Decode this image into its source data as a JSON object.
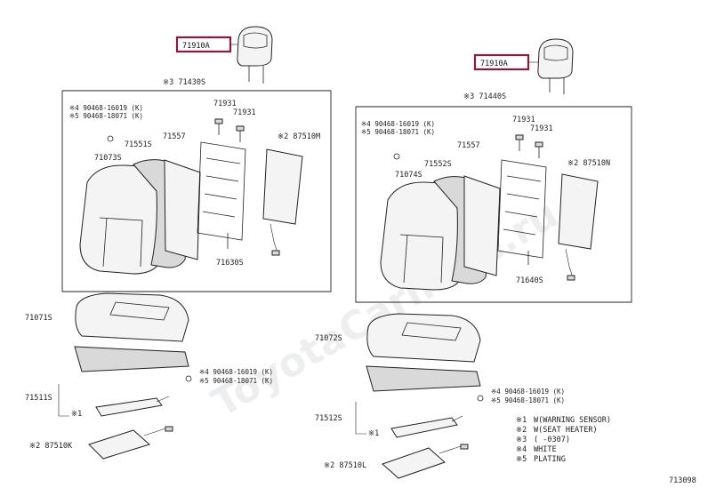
{
  "highlight_color": "#8b1a3d",
  "watermark": "ToyotaCarmine.ru",
  "diagram_id": "713098",
  "left_seat": {
    "headrest_label": "71910A",
    "back_assy": "※3 71430S",
    "bolt_label_1": "71931",
    "bolt_label_2": "71931",
    "clip_label_4": "※4 90468-16019 (K)",
    "clip_label_5": "※5 90468-18071 (K)",
    "frame_label": "71557",
    "cover_label": "71551S",
    "pad_label": "71073S",
    "heater_label": "※2 87510M",
    "board_label": "71630S",
    "cushion_cover": "71071S",
    "cushion_clip_4": "※4 90468-16019 (K)",
    "cushion_clip_5": "※5 90468-18071 (K)",
    "cushion_assy": "71511S",
    "sensor_label": "※1",
    "cushion_heater": "※2 87510K"
  },
  "right_seat": {
    "headrest_label": "71910A",
    "back_assy": "※3 71440S",
    "bolt_label_1": "71931",
    "bolt_label_2": "71931",
    "clip_label_4": "※4 90468-16019 (K)",
    "clip_label_5": "※5 90468-18071 (K)",
    "frame_label": "71557",
    "cover_label": "71552S",
    "pad_label": "71074S",
    "heater_label": "※2 87510N",
    "board_label": "71640S",
    "cushion_cover": "71072S",
    "cushion_clip_4": "※4 90468-16019 (K)",
    "cushion_clip_5": "※5 90468-18071 (K)",
    "cushion_assy": "71512S",
    "sensor_label": "※1",
    "cushion_heater": "※2 87510L"
  },
  "legend": [
    {
      "mark": "※1",
      "text": "W(WARNING SENSOR)"
    },
    {
      "mark": "※2",
      "text": "W(SEAT HEATER)"
    },
    {
      "mark": "※3",
      "text": "(      -0307)"
    },
    {
      "mark": "※4",
      "text": "WHITE"
    },
    {
      "mark": "※5",
      "text": "PLATING"
    }
  ]
}
